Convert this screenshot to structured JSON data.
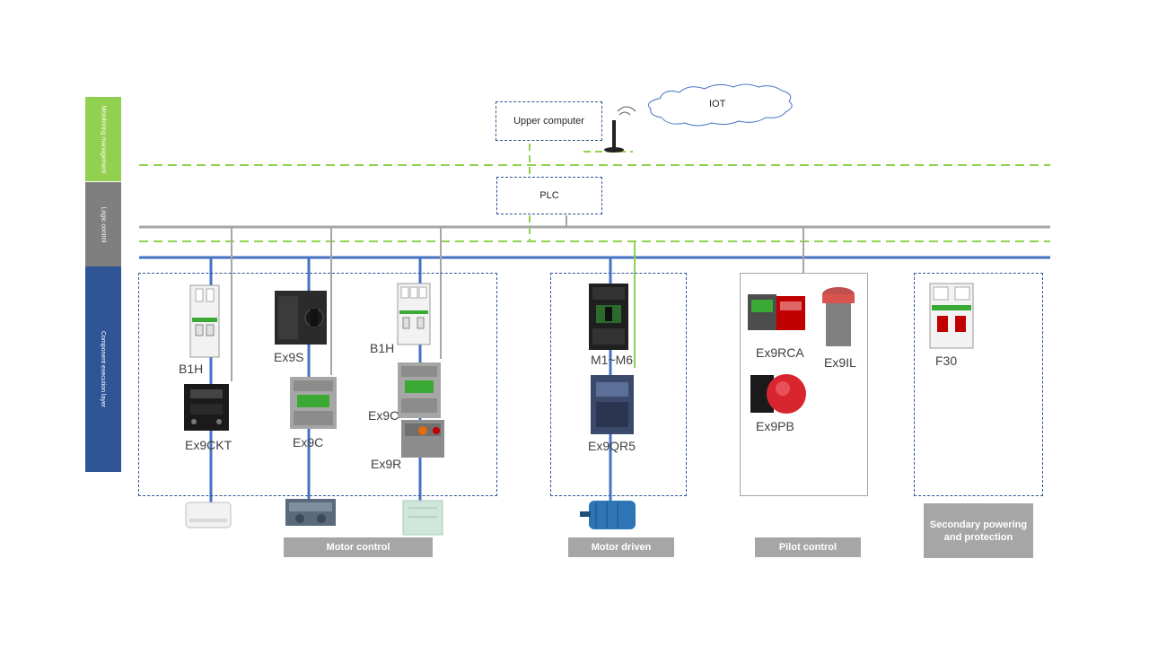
{
  "layers": {
    "monitoring": "Monitoring management",
    "logic": "Logic control",
    "execution": "Component execution layer"
  },
  "nodes": {
    "upper_computer": "Upper computer",
    "iot": "IOT",
    "plc": "PLC"
  },
  "components": {
    "b1h_1": "B1H",
    "ex9ckt": "Ex9CKT",
    "ex9s": "Ex9S",
    "ex9c_1": "Ex9C",
    "b1h_2": "B1H",
    "ex9c_2": "Ex9C",
    "ex9r": "Ex9R",
    "m1_m6": "M1~M6",
    "ex9qr5": "Ex9QR5",
    "ex9rca": "Ex9RCA",
    "ex9il": "Ex9IL",
    "ex9pb": "Ex9PB",
    "f30": "F30"
  },
  "captions": {
    "motor_control": "Motor control",
    "motor_driven": "Motor driven",
    "pilot_control": "Pilot control",
    "secondary": "Secondary powering and protection"
  },
  "icons": [
    "antenna-icon",
    "cloud-icon",
    "mcb-icon",
    "contactor-icon",
    "soft-starter-icon",
    "motor-icon",
    "push-button-icon",
    "indicator-light-icon",
    "fuse-holder-icon",
    "air-conditioner-icon",
    "chiller-icon"
  ],
  "colors": {
    "green_layer": "#92d050",
    "gray_layer": "#7f7f7f",
    "blue_layer": "#2f5597",
    "dashed_green": "#92d050",
    "bus_gray": "#a6a6a6",
    "bus_blue": "#4472c4"
  }
}
